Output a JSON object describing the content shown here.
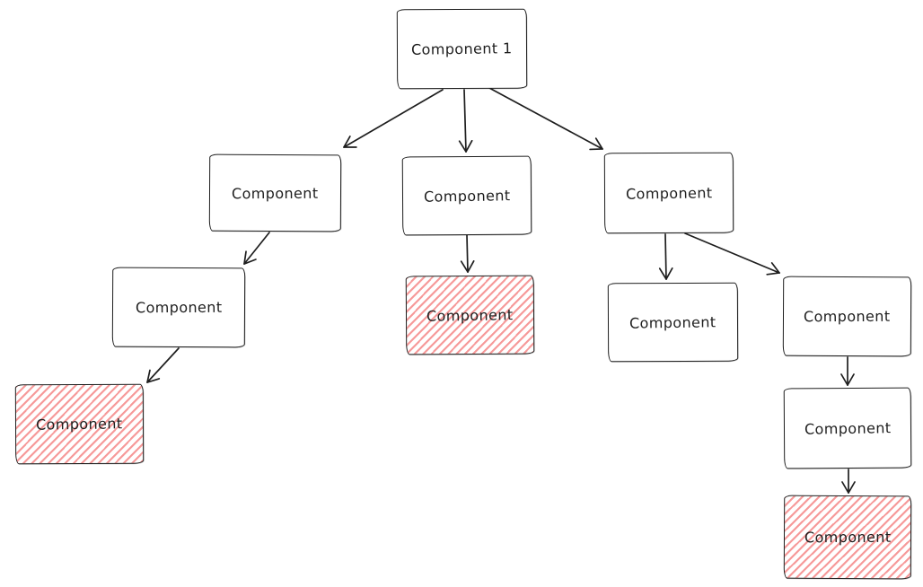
{
  "diagram": {
    "type": "tree",
    "style": "hand-drawn",
    "background_color": "#ffffff",
    "stroke_color": "#1e1e1e",
    "hatch_color": "#f69494",
    "nodes": [
      {
        "id": "component-1",
        "label": "Component 1",
        "variant": "plain",
        "level": 1
      },
      {
        "id": "l2-left",
        "label": "Component",
        "variant": "plain",
        "level": 2
      },
      {
        "id": "l2-middle",
        "label": "Component",
        "variant": "plain",
        "level": 2
      },
      {
        "id": "l2-right",
        "label": "Component",
        "variant": "plain",
        "level": 2
      },
      {
        "id": "l3-left",
        "label": "Component",
        "variant": "plain",
        "level": 3
      },
      {
        "id": "l3-middle",
        "label": "Component",
        "variant": "hatched-red",
        "level": 3
      },
      {
        "id": "l3-right-a",
        "label": "Component",
        "variant": "plain",
        "level": 3
      },
      {
        "id": "l3-right-b",
        "label": "Component",
        "variant": "plain",
        "level": 3
      },
      {
        "id": "l4-left",
        "label": "Component",
        "variant": "hatched-red",
        "level": 4
      },
      {
        "id": "l4-right",
        "label": "Component",
        "variant": "plain",
        "level": 4
      },
      {
        "id": "l5-right",
        "label": "Component",
        "variant": "hatched-red",
        "level": 5
      }
    ],
    "edges": [
      {
        "from": "component-1",
        "to": "l2-left"
      },
      {
        "from": "component-1",
        "to": "l2-middle"
      },
      {
        "from": "component-1",
        "to": "l2-right"
      },
      {
        "from": "l2-left",
        "to": "l3-left"
      },
      {
        "from": "l2-middle",
        "to": "l3-middle"
      },
      {
        "from": "l2-right",
        "to": "l3-right-a"
      },
      {
        "from": "l2-right",
        "to": "l3-right-b"
      },
      {
        "from": "l3-left",
        "to": "l4-left"
      },
      {
        "from": "l3-right-b",
        "to": "l4-right"
      },
      {
        "from": "l4-right",
        "to": "l5-right"
      }
    ]
  }
}
